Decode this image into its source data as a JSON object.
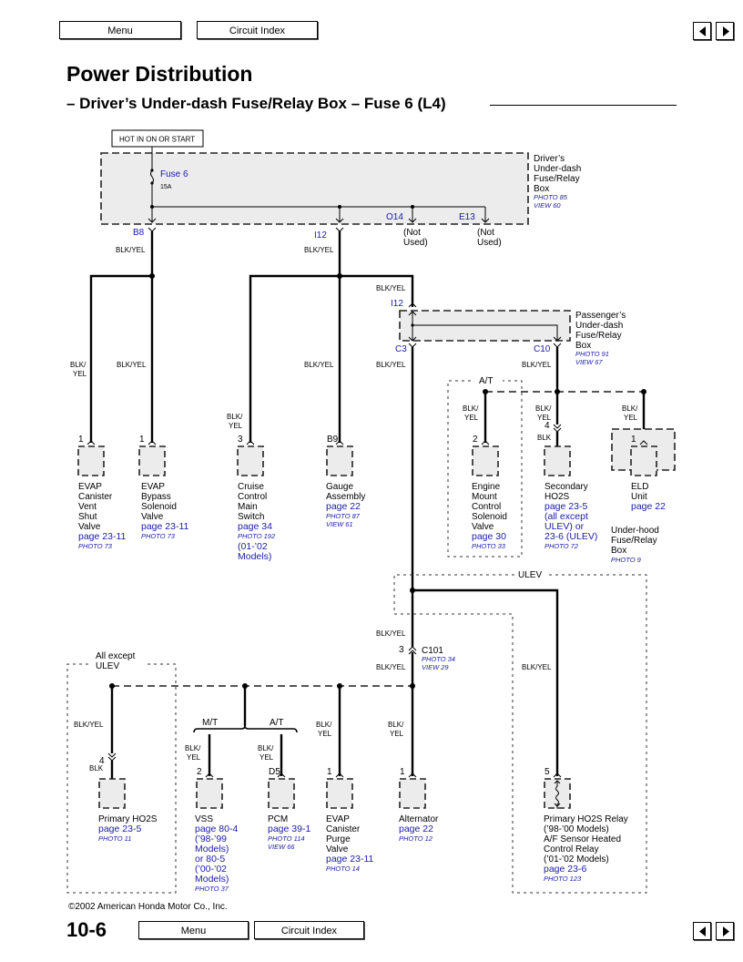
{
  "nav": {
    "menu_label": "Menu",
    "circuit_index_label": "Circuit Index",
    "prev_icon": "left-triangle",
    "next_icon": "right-triangle"
  },
  "header": {
    "title": "Power Distribution",
    "subtitle": "– Driver’s Under-dash Fuse/Relay Box – Fuse 6 (L4)"
  },
  "diagram": {
    "hot_label": "HOT IN ON OR START",
    "driver_box": {
      "name_lines": [
        "Driver’s",
        "Under-dash",
        "Fuse/Relay",
        "Box"
      ],
      "photo": "PHOTO 85",
      "view": "VIEW 60",
      "fuse_label": "Fuse 6",
      "fuse_rating": "15A",
      "terminals": [
        "B8",
        "I12",
        "O14",
        "E13"
      ],
      "not_used": [
        "(Not",
        "Used)"
      ]
    },
    "passenger_box": {
      "name_lines": [
        "Passenger’s",
        "Under-dash",
        "Fuse/Relay",
        "Box"
      ],
      "photo": "PHOTO 91",
      "view": "VIEW 67",
      "terminals": [
        "I12",
        "C3",
        "C10"
      ]
    },
    "wire_colors": {
      "blk_yel": "BLK/YEL",
      "blk_split": [
        "BLK/",
        "YEL"
      ],
      "blk": "BLK"
    },
    "options": {
      "at": "A/T",
      "mt": "M/T",
      "ulev": "ULEV",
      "all_except_ulev": [
        "All except",
        "ULEV"
      ]
    },
    "junction": {
      "pin": "3",
      "name": "C101",
      "photo": "PHOTO 34",
      "view": "VIEW 29"
    },
    "components": [
      {
        "pin": "1",
        "name_lines": [
          "EVAP",
          "Canister",
          "Vent",
          "Shut",
          "Valve"
        ],
        "page": "page 23-11",
        "photo": "PHOTO 73"
      },
      {
        "pin": "1",
        "name_lines": [
          "EVAP",
          "Bypass",
          "Solenoid",
          "Valve"
        ],
        "page": "page 23-11",
        "photo": "PHOTO 73"
      },
      {
        "pin": "3",
        "name_lines": [
          "Cruise",
          "Control",
          "Main",
          "Switch"
        ],
        "page": "page 34",
        "photo": "PHOTO 192",
        "note_lines": [
          "(01-’02",
          "Models)"
        ]
      },
      {
        "pin": "B9",
        "name_lines": [
          "Gauge",
          "Assembly"
        ],
        "page": "page 22",
        "photo": "PHOTO 87",
        "view": "VIEW 61"
      },
      {
        "pin": "2",
        "name_lines": [
          "Engine",
          "Mount",
          "Control",
          "Solenoid",
          "Valve"
        ],
        "page": "page 30",
        "photo": "PHOTO 33"
      },
      {
        "pin": "4",
        "name_lines": [
          "Secondary",
          "HO2S"
        ],
        "page_lines": [
          "page 23-5",
          "(all except",
          "ULEV) or",
          "23-6 (ULEV)"
        ],
        "photo": "PHOTO 72"
      },
      {
        "pin": "1",
        "name_lines": [
          "ELD",
          "Unit"
        ],
        "page": "page 22",
        "container_lines": [
          "Under-hood",
          "Fuse/Relay",
          "Box"
        ],
        "container_photo": "PHOTO 9"
      },
      {
        "pin": "4",
        "name_lines": [
          "Primary HO2S"
        ],
        "page": "page 23-5",
        "photo": "PHOTO 11"
      },
      {
        "pin": "2",
        "name_lines": [
          "VSS"
        ],
        "page_lines": [
          "page 80-4",
          "(’98-’99",
          "Models)",
          "or 80-5",
          "(’00-’02",
          "Models)"
        ],
        "photo": "PHOTO 37"
      },
      {
        "pin": "D5",
        "name_lines": [
          "PCM"
        ],
        "page": "page 39-1",
        "photo": "PHOTO 114",
        "view": "VIEW 66"
      },
      {
        "pin": "1",
        "name_lines": [
          "EVAP",
          "Canister",
          "Purge",
          "Valve"
        ],
        "page": "page 23-11",
        "photo": "PHOTO 14"
      },
      {
        "pin": "1",
        "name_lines": [
          "Alternator"
        ],
        "page": "page 22",
        "photo": "PHOTO 12"
      },
      {
        "pin": "5",
        "name_lines": [
          "Primary HO2S Relay",
          "(’98-’00 Models)",
          "A/F Sensor Heated",
          "Control Relay",
          "(’01-’02 Models)"
        ],
        "page": "page 23-6",
        "photo": "PHOTO 123"
      }
    ]
  },
  "footer": {
    "copyright": "©2002 American Honda Motor Co., Inc.",
    "page_number": "10-6",
    "menu_label": "Menu",
    "circuit_index_label": "Circuit Index"
  }
}
